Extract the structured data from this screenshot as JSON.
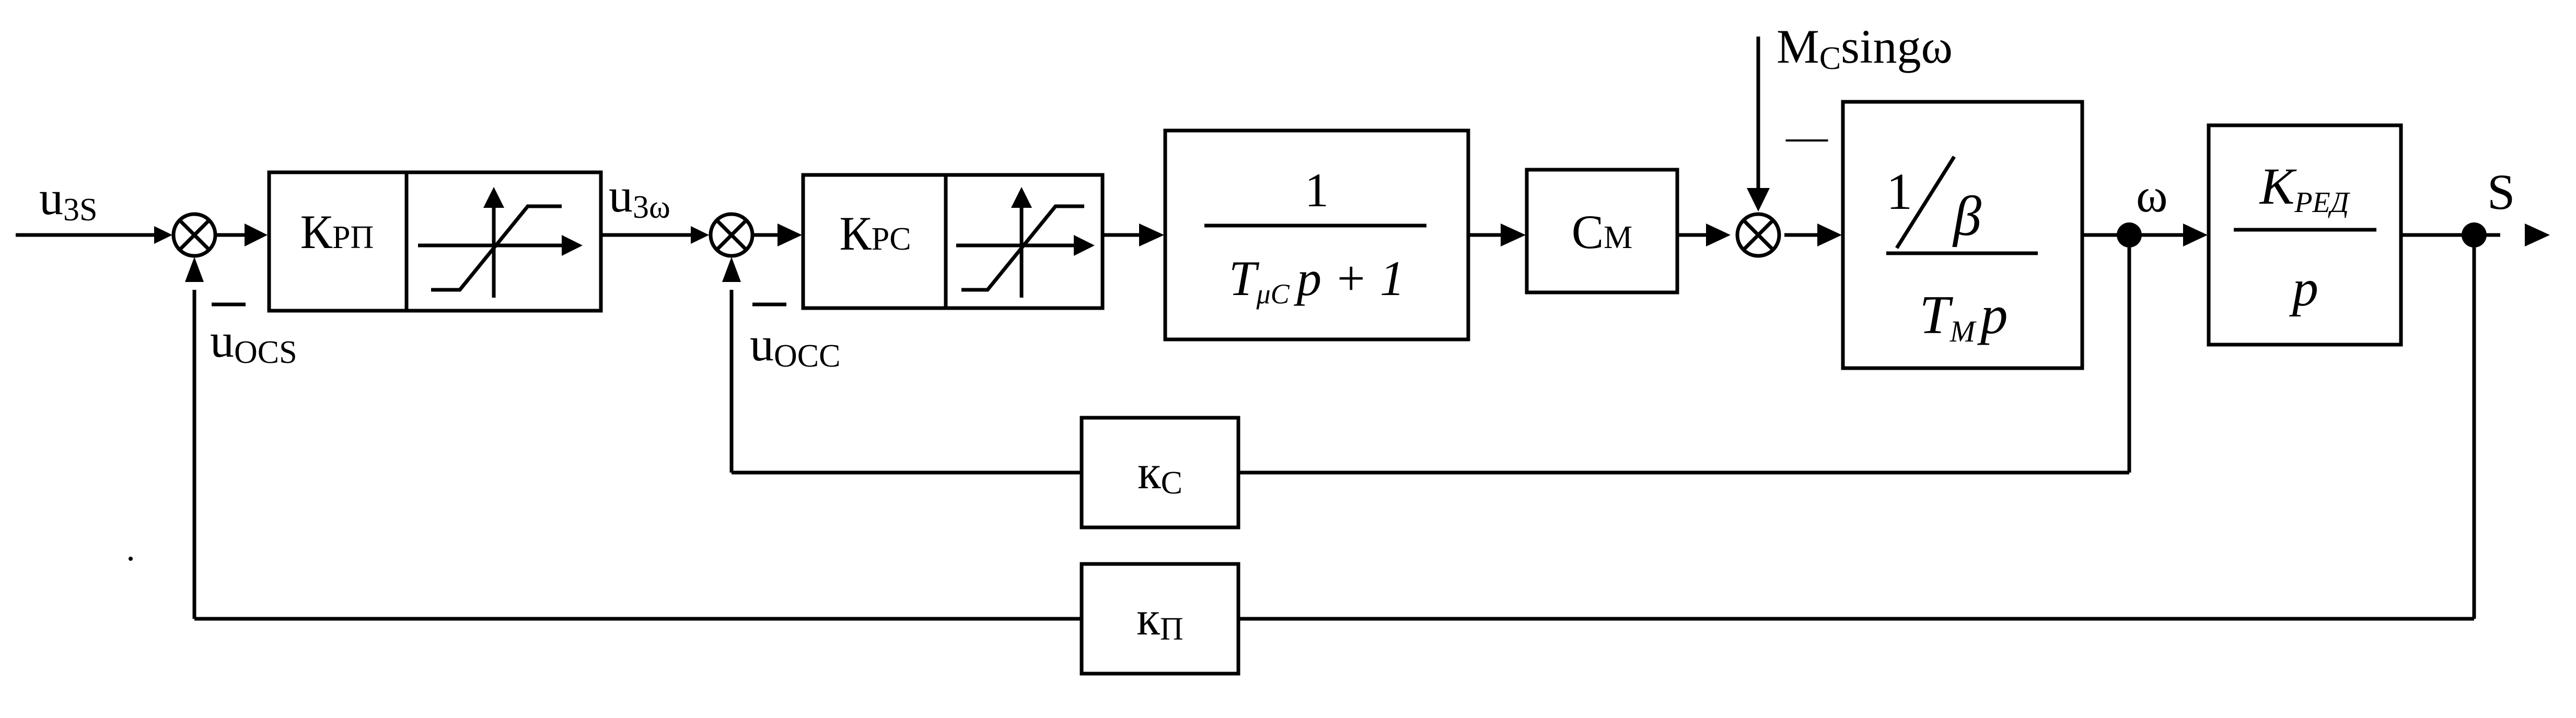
{
  "signals": {
    "input": "u",
    "input_sub": "3S",
    "fb_pos": "u",
    "fb_pos_sub": "OCS",
    "mid": "u",
    "mid_sub": "3ω",
    "fb_speed": "u",
    "fb_speed_sub": "OCC",
    "disturbance": "M",
    "disturbance_sub": "C",
    "disturbance_rest": "singω",
    "omega": "ω",
    "output": "S",
    "minus": "—"
  },
  "blocks": {
    "pos_reg": {
      "main": "К",
      "sub": "РП"
    },
    "speed_reg": {
      "main": "К",
      "sub": "PC"
    },
    "filter": {
      "num": "1",
      "den_t": "T",
      "den_sub": "μC",
      "den_rest": "p + 1"
    },
    "cm": {
      "main": "С",
      "sub": "М"
    },
    "motor": {
      "num1": "1",
      "num2": "β",
      "den_t": "T",
      "den_sub": "M",
      "den_rest": "p"
    },
    "gear": {
      "num_k": "K",
      "num_sub": "РЕД",
      "den": "p"
    },
    "kc": {
      "main": "к",
      "sub": "C"
    },
    "kp": {
      "main": "к",
      "sub": "П"
    }
  }
}
